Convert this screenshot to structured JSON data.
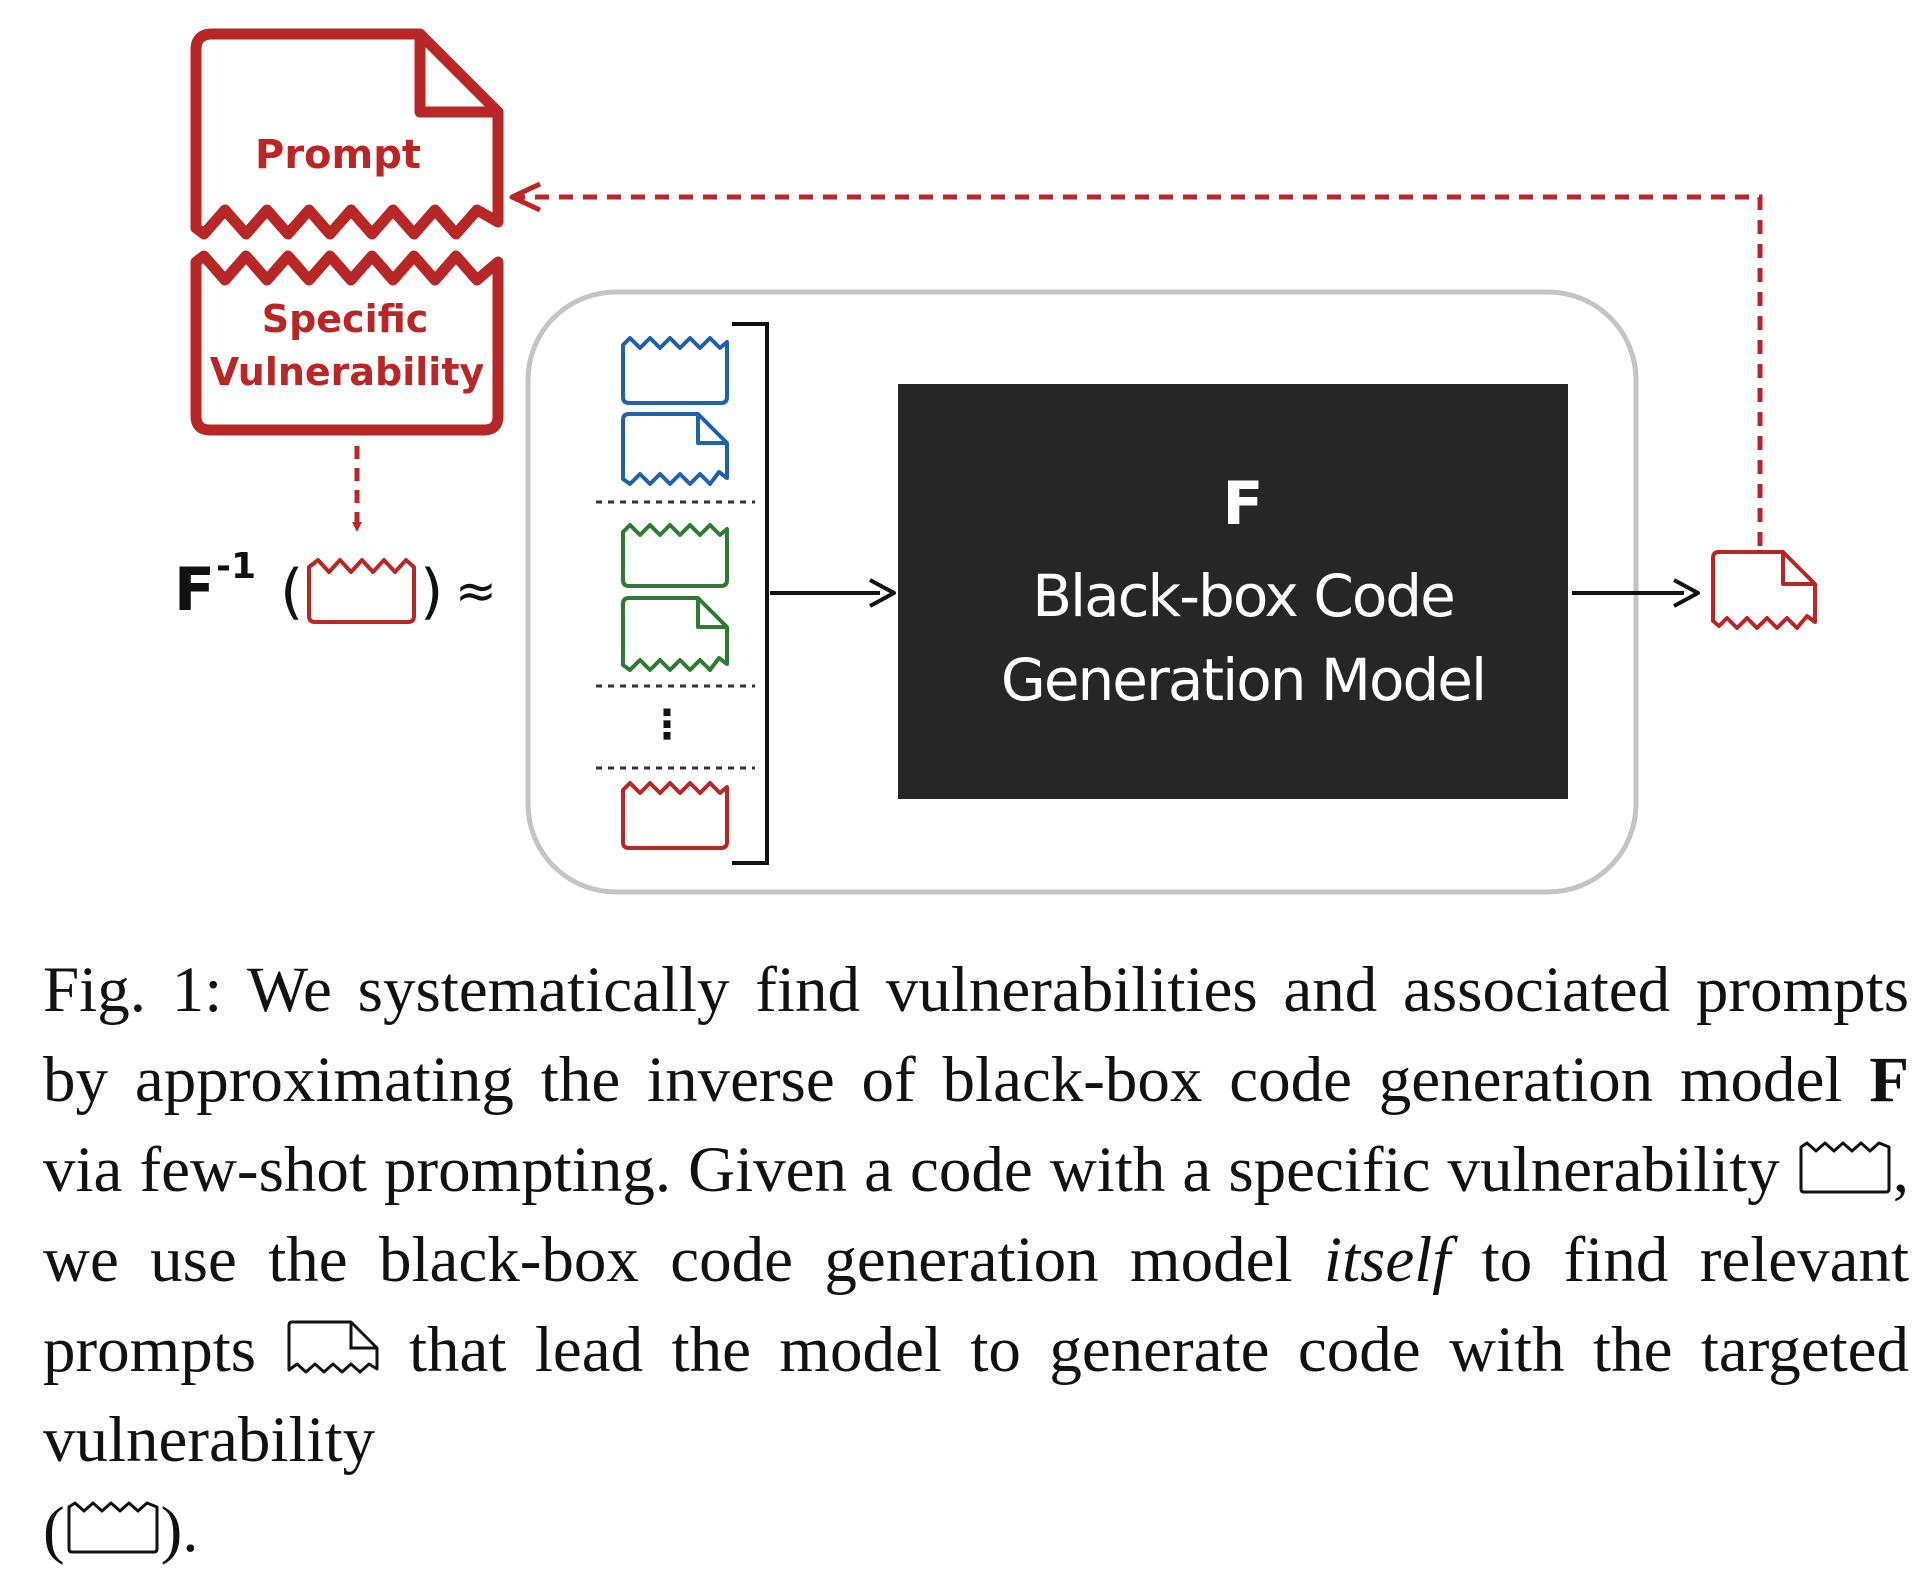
{
  "colors": {
    "red": "#b82626",
    "blue": "#1f62a8",
    "green": "#2f7a34",
    "model_box": "#262626",
    "outline": "#c4c4c4"
  },
  "diagram": {
    "prompt_label": "Prompt",
    "vuln_label_line1": "Specific",
    "vuln_label_line2": "Vulnerability",
    "inverse_symbol": "F",
    "inverse_exponent": "-1",
    "open_paren": "(",
    "close_paren": ")",
    "approx_symbol": "≈",
    "vertical_ellipsis": "⋮",
    "model_letter": "F",
    "model_line1": "Black-box Code",
    "model_line2": "Generation Model"
  },
  "caption": {
    "part1": "Fig. 1: We systematically find vulnerabilities and associated prompts by approximating the inverse of black-box code generation model ",
    "bold_F": "F",
    "part2": " via few-shot prompting. Given a code with a specific vulnerability ",
    "part3": ", we use the black-box code generation model ",
    "italic_itself": "itself",
    "part4": " to find relevant prompts ",
    "part5": " that lead the model to generate code with the targeted vulnerability",
    "open_paren": "(",
    "close": ")."
  }
}
